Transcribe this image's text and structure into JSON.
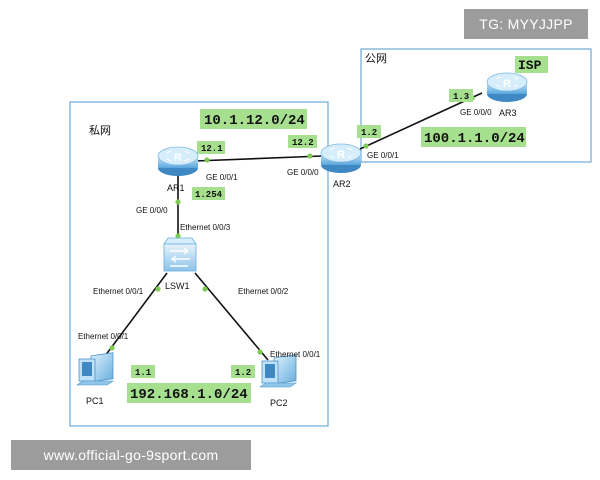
{
  "zones": {
    "private": {
      "label": "私网"
    },
    "public": {
      "label": "公网"
    }
  },
  "networks": {
    "wan": "10.1.12.0/24",
    "isp": "100.1.1.0/24",
    "lan": "192.168.1.0/24"
  },
  "isp_label": "ISP",
  "devices": {
    "ar1": {
      "name": "AR1",
      "lan_port": "GE 0/0/0",
      "wan_port": "GE 0/0/1"
    },
    "ar2": {
      "name": "AR2",
      "lan_port": "GE 0/0/0",
      "wan_port": "GE 0/0/1"
    },
    "ar3": {
      "name": "AR3",
      "port": "GE 0/0/0"
    },
    "lsw1": {
      "name": "LSW1",
      "port_up": "Ethernet 0/0/3",
      "port_pc1": "Ethernet 0/0/1",
      "port_pc2": "Ethernet 0/0/2"
    },
    "pc1": {
      "name": "PC1",
      "port": "Ethernet 0/0/1"
    },
    "pc2": {
      "name": "PC2",
      "port": "Ethernet 0/0/1"
    }
  },
  "addresses": {
    "ar1_wan": "12.1",
    "ar1_lan": "1.254",
    "ar2_wan": "12.2",
    "ar2_isp": "1.2",
    "ar3": "1.3",
    "pc1": "1.1",
    "pc2": "1.2"
  },
  "colors": {
    "zone_border": "#6fa8d4",
    "label_bg": "#a6e08f",
    "link": "#111111",
    "link_dot": "#7ccb52",
    "router_body": "#8ac6ec",
    "router_top": "#c9e8fa"
  },
  "watermarks": {
    "top_right": "TG: MYYJJPP",
    "bottom_left": "www.official-go-9sport.com"
  }
}
